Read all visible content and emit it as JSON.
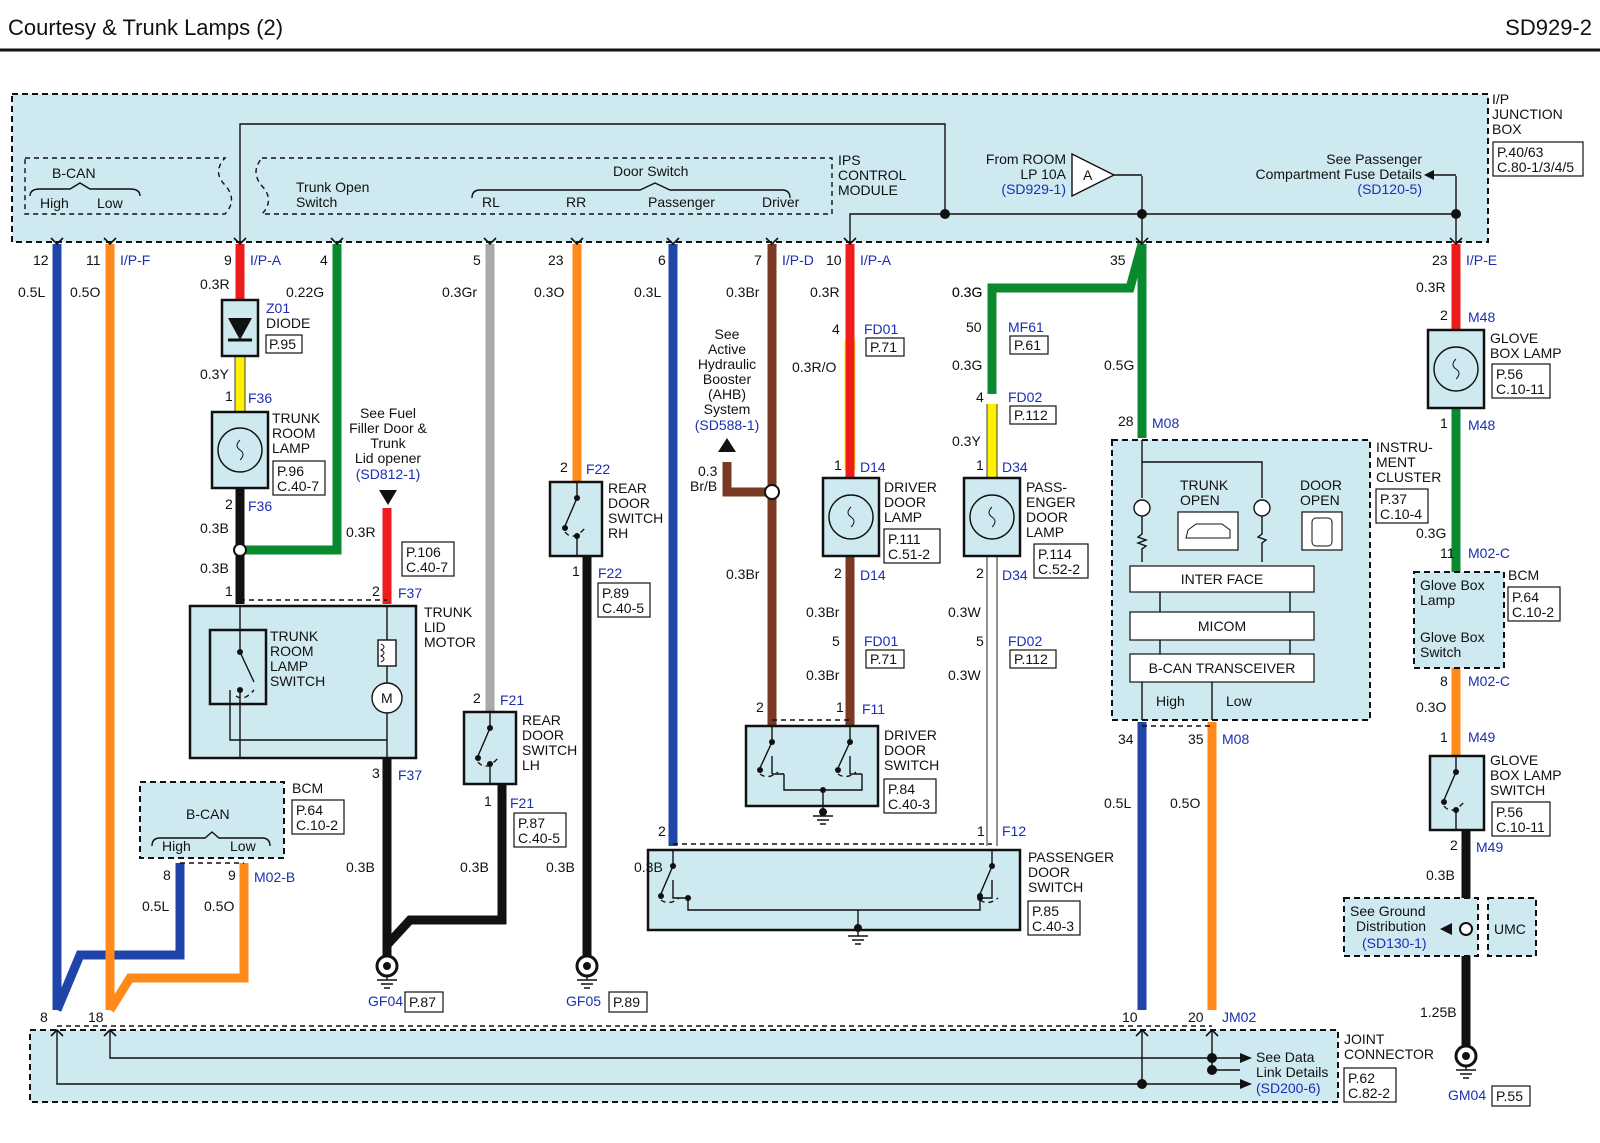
{
  "header": {
    "title": "Courtesy & Trunk Lamps (2)",
    "code": "SD929-2"
  },
  "ip_junction_box": {
    "title": [
      "I/P",
      "JUNCTION",
      "BOX"
    ],
    "refs": [
      "P.40/63",
      "C.80-1/3/4/5"
    ],
    "bcan": "B-CAN",
    "high": "High",
    "low": "Low",
    "trunk_open": [
      "Trunk Open",
      "Switch"
    ],
    "door_switch": "Door Switch",
    "rl": "RL",
    "rr": "RR",
    "passenger": "Passenger",
    "driver": "Driver",
    "ips": [
      "IPS",
      "CONTROL",
      "MODULE"
    ],
    "from_room": [
      "From ROOM",
      "LP 10A"
    ],
    "from_room_ref": "(SD929-1)",
    "fuse_a": "A",
    "see_pass": [
      "See Passenger",
      "Compartment Fuse Details"
    ],
    "see_pass_ref": "(SD120-5)"
  },
  "pins_top": [
    {
      "pin": "12",
      "conn": "",
      "wire": "0.5L"
    },
    {
      "pin": "11",
      "conn": "I/P-F",
      "wire": "0.5O"
    },
    {
      "pin": "9",
      "conn": "I/P-A",
      "wire": "0.3R"
    },
    {
      "pin": "4",
      "conn": "",
      "wire": "0.22G"
    },
    {
      "pin": "5",
      "conn": "",
      "wire": "0.3Gr"
    },
    {
      "pin": "23",
      "conn": "",
      "wire": "0.3O"
    },
    {
      "pin": "6",
      "conn": "",
      "wire": "0.3L"
    },
    {
      "pin": "7",
      "conn": "I/P-D",
      "wire": "0.3Br"
    },
    {
      "pin": "10",
      "conn": "I/P-A",
      "wire": "0.3R"
    },
    {
      "pin": "35",
      "conn": "",
      "wire": "0.3G"
    },
    {
      "pin": "23",
      "conn": "I/P-E",
      "wire": "0.3R"
    }
  ],
  "diode": {
    "code": "Z01",
    "name": "DIODE",
    "ref": "P.95",
    "wire": "0.3Y",
    "pin": "1",
    "conn": "F36"
  },
  "trunk_room_lamp": {
    "name": [
      "TRUNK",
      "ROOM",
      "LAMP"
    ],
    "refs": [
      "P.96",
      "C.40-7"
    ],
    "pin_out": "2",
    "conn_out": "F36",
    "wire1": "0.3B",
    "wire2": "0.3B",
    "pin_in": "1"
  },
  "fuel_filler": {
    "text": [
      "See Fuel",
      "Filler Door &",
      "Trunk",
      "Lid opener"
    ],
    "ref": "(SD812-1)",
    "wire": "0.3R",
    "refs": [
      "P.106",
      "C.40-7"
    ],
    "pin": "2",
    "conn": "F37"
  },
  "trunk_lid_motor": {
    "name": [
      "TRUNK",
      "LID",
      "MOTOR"
    ],
    "switch": [
      "TRUNK",
      "ROOM",
      "LAMP",
      "SWITCH"
    ],
    "motor": "M",
    "pin_out": "3",
    "conn_out": "F37",
    "wire": "0.3B",
    "ground": "GF04",
    "ground_ref": "P.87"
  },
  "bcm_left": {
    "name": "BCM",
    "refs": [
      "P.64",
      "C.10-2"
    ],
    "bcan": "B-CAN",
    "high": "High",
    "low": "Low",
    "pin_h": "8",
    "pin_l": "9",
    "conn": "M02-B",
    "wire_h": "0.5L",
    "wire_l": "0.5O"
  },
  "rear_door_lh": {
    "name": [
      "REAR",
      "DOOR",
      "SWITCH",
      "LH"
    ],
    "pin_in": "2",
    "conn_in": "F21",
    "pin_out": "1",
    "conn_out": "F21",
    "refs": [
      "P.87",
      "C.40-5"
    ],
    "wire": "0.3B"
  },
  "rear_door_rh": {
    "name": [
      "REAR",
      "DOOR",
      "SWITCH",
      "RH"
    ],
    "pin_in": "2",
    "conn_in": "F22",
    "pin_out": "1",
    "conn_out": "F22",
    "refs": [
      "P.89",
      "C.40-5"
    ],
    "wire": "0.3B",
    "ground": "GF05",
    "ground_ref": "P.89"
  },
  "ahb": {
    "text": [
      "See",
      "Active",
      "Hydraulic",
      "Booster",
      "(AHB)",
      "System"
    ],
    "ref": "(SD588-1)",
    "wire": [
      "0.3",
      "Br/B"
    ]
  },
  "driver_door_lamp": {
    "fd01": "FD01",
    "fd01_pin": "4",
    "fd01_ref": "P.71",
    "wire_mid": "0.3R/O",
    "pin_in": "1",
    "conn": "D14",
    "name": [
      "DRIVER",
      "DOOR",
      "LAMP"
    ],
    "refs": [
      "P.111",
      "C.51-2"
    ],
    "pin_out": "2",
    "wire_out": "0.3Br",
    "fd01_pin2": "5",
    "fd01_ref2": "P.71",
    "wire_out2": "0.3Br"
  },
  "driver_door_switch": {
    "name": [
      "DRIVER",
      "DOOR",
      "SWITCH"
    ],
    "refs": [
      "P.84",
      "C.40-3"
    ],
    "pin2": "2",
    "pin1": "1",
    "conn": "F11",
    "wire_left": "0.3Br"
  },
  "passenger_door_lamp": {
    "mf61": "MF61",
    "mf61_pin": "50",
    "mf61_ref": "P.61",
    "wire_a": "0.3G",
    "wire_b": "0.3G",
    "fd02": "FD02",
    "fd02_pin": "4",
    "fd02_ref": "P.112",
    "wire_c": "0.3Y",
    "pin_in": "1",
    "conn": "D34",
    "name": [
      "PASS-",
      "ENGER",
      "DOOR",
      "LAMP"
    ],
    "refs": [
      "P.114",
      "C.52-2"
    ],
    "pin_out": "2",
    "wire_out": "0.3W",
    "fd02_pin2": "5",
    "fd02_ref2": "P.112",
    "wire_out2": "0.3W"
  },
  "passenger_door_switch": {
    "name": [
      "PASSENGER",
      "DOOR",
      "SWITCH"
    ],
    "refs": [
      "P.85",
      "C.40-3"
    ],
    "pin_l": "2",
    "pin_r": "1",
    "conn": "F12",
    "wire_l": "0.3B"
  },
  "cluster": {
    "name": [
      "INSTRU-",
      "MENT",
      "CLUSTER"
    ],
    "refs": [
      "P.37",
      "C.10-4"
    ],
    "pin_in": "28",
    "conn": "M08",
    "wire_in": "0.5G",
    "trunk_open": [
      "TRUNK",
      "OPEN"
    ],
    "door_open": [
      "DOOR",
      "OPEN"
    ],
    "interface": "INTER FACE",
    "micom": "MICOM",
    "transceiver": "B-CAN TRANSCEIVER",
    "high": "High",
    "low": "Low",
    "pin_h": "34",
    "pin_l": "35",
    "conn_out": "M08",
    "wire_h": "0.5L",
    "wire_l": "0.5O"
  },
  "glove_box_lamp": {
    "pin_in": "2",
    "conn": "M48",
    "name": [
      "GLOVE",
      "BOX LAMP"
    ],
    "refs": [
      "P.56",
      "C.10-11"
    ],
    "pin_out": "1",
    "conn_out": "M48",
    "wire": "0.3G"
  },
  "bcm_right": {
    "pin": "11",
    "conn": "M02-C",
    "name": "BCM",
    "refs": [
      "P.64",
      "C.10-2"
    ],
    "lamp": [
      "Glove Box",
      "Lamp"
    ],
    "switch": [
      "Glove Box",
      "Switch"
    ],
    "pin_out": "8",
    "conn_out": "M02-C",
    "wire": "0.3O"
  },
  "glove_box_switch": {
    "pin_in": "1",
    "conn": "M49",
    "name": [
      "GLOVE",
      "BOX LAMP",
      "SWITCH"
    ],
    "refs": [
      "P.56",
      "C.10-11"
    ],
    "pin_out": "2",
    "conn_out": "M49",
    "wire": "0.3B",
    "wire2": "1.25B",
    "ground": "GM04",
    "ground_ref": "P.55"
  },
  "ground_dist": {
    "text": [
      "See Ground",
      "Distribution"
    ],
    "ref": "(SD130-1)",
    "umc": "UMC"
  },
  "joint_connector": {
    "name": [
      "JOINT",
      "CONNECTOR"
    ],
    "refs": [
      "P.62",
      "C.82-2"
    ],
    "pin8": "8",
    "pin18": "18",
    "pin10": "10",
    "pin20": "20",
    "conn": "JM02",
    "see": [
      "See Data",
      "Link Details"
    ],
    "see_ref": "(SD200-6)"
  },
  "colors": {
    "blue": "#1f45a8",
    "orange": "#ff8a1a",
    "red": "#ee1c1c",
    "green": "#0a8a2e",
    "gray": "#a9a9a9",
    "brown": "#7a3a22",
    "yellow": "#fff200",
    "black": "#111111",
    "white": "#ffffff",
    "fill": "#cfe9f1"
  }
}
